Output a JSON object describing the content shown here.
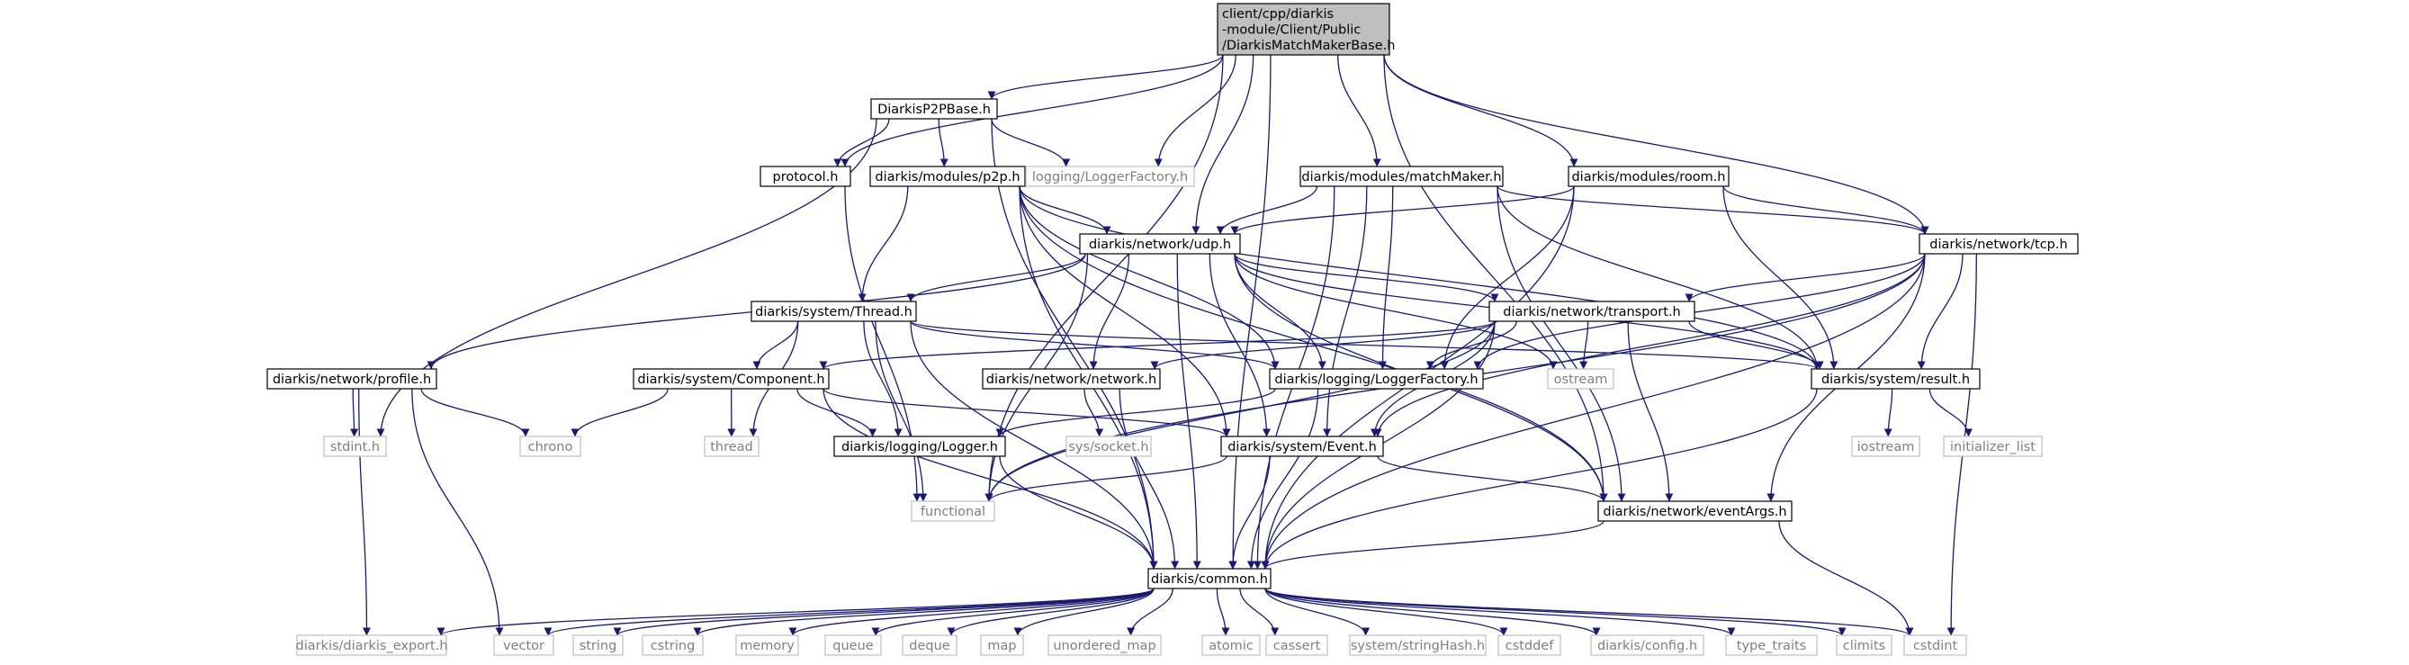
{
  "graph": {
    "edge_color": "#191970",
    "root_fill": "#bfbfbf",
    "external_text_color": "#7f7f7f",
    "nodes": [
      {
        "id": "root",
        "lines": [
          "client/cpp/diarkis",
          "-module/Client/Public",
          "/DiarkisMatchMakerBase.h"
        ],
        "kind": "root"
      },
      {
        "id": "p2pbase",
        "lines": [
          "DiarkisP2PBase.h"
        ],
        "kind": "doc"
      },
      {
        "id": "protocol",
        "lines": [
          "protocol.h"
        ],
        "kind": "doc"
      },
      {
        "id": "p2p",
        "lines": [
          "diarkis/modules/p2p.h"
        ],
        "kind": "doc"
      },
      {
        "id": "loggerfactory_ext",
        "lines": [
          "logging/LoggerFactory.h"
        ],
        "kind": "ext"
      },
      {
        "id": "matchmaker",
        "lines": [
          "diarkis/modules/matchMaker.h"
        ],
        "kind": "doc"
      },
      {
        "id": "room",
        "lines": [
          "diarkis/modules/room.h"
        ],
        "kind": "doc"
      },
      {
        "id": "udp",
        "lines": [
          "diarkis/network/udp.h"
        ],
        "kind": "doc"
      },
      {
        "id": "tcp",
        "lines": [
          "diarkis/network/tcp.h"
        ],
        "kind": "doc"
      },
      {
        "id": "thread",
        "lines": [
          "diarkis/system/Thread.h"
        ],
        "kind": "doc"
      },
      {
        "id": "transport",
        "lines": [
          "diarkis/network/transport.h"
        ],
        "kind": "doc"
      },
      {
        "id": "profile",
        "lines": [
          "diarkis/network/profile.h"
        ],
        "kind": "doc"
      },
      {
        "id": "component",
        "lines": [
          "diarkis/system/Component.h"
        ],
        "kind": "doc"
      },
      {
        "id": "network",
        "lines": [
          "diarkis/network/network.h"
        ],
        "kind": "doc"
      },
      {
        "id": "loggerfactory",
        "lines": [
          "diarkis/logging/LoggerFactory.h"
        ],
        "kind": "doc"
      },
      {
        "id": "ostream",
        "lines": [
          "ostream"
        ],
        "kind": "ext"
      },
      {
        "id": "result",
        "lines": [
          "diarkis/system/result.h"
        ],
        "kind": "doc"
      },
      {
        "id": "stdint",
        "lines": [
          "stdint.h"
        ],
        "kind": "ext"
      },
      {
        "id": "chrono",
        "lines": [
          "chrono"
        ],
        "kind": "ext"
      },
      {
        "id": "thread_std",
        "lines": [
          "thread"
        ],
        "kind": "ext"
      },
      {
        "id": "logger",
        "lines": [
          "diarkis/logging/Logger.h"
        ],
        "kind": "doc"
      },
      {
        "id": "socket",
        "lines": [
          "sys/socket.h"
        ],
        "kind": "ext"
      },
      {
        "id": "event",
        "lines": [
          "diarkis/system/Event.h"
        ],
        "kind": "doc"
      },
      {
        "id": "iostream",
        "lines": [
          "iostream"
        ],
        "kind": "ext"
      },
      {
        "id": "initlist",
        "lines": [
          "initializer_list"
        ],
        "kind": "ext"
      },
      {
        "id": "functional",
        "lines": [
          "functional"
        ],
        "kind": "ext"
      },
      {
        "id": "eventargs",
        "lines": [
          "diarkis/network/eventArgs.h"
        ],
        "kind": "doc"
      },
      {
        "id": "common",
        "lines": [
          "diarkis/common.h"
        ],
        "kind": "doc"
      },
      {
        "id": "export",
        "lines": [
          "diarkis/diarkis_export.h"
        ],
        "kind": "ext"
      },
      {
        "id": "vector",
        "lines": [
          "vector"
        ],
        "kind": "ext"
      },
      {
        "id": "string",
        "lines": [
          "string"
        ],
        "kind": "ext"
      },
      {
        "id": "cstring",
        "lines": [
          "cstring"
        ],
        "kind": "ext"
      },
      {
        "id": "memory",
        "lines": [
          "memory"
        ],
        "kind": "ext"
      },
      {
        "id": "queue",
        "lines": [
          "queue"
        ],
        "kind": "ext"
      },
      {
        "id": "deque",
        "lines": [
          "deque"
        ],
        "kind": "ext"
      },
      {
        "id": "map",
        "lines": [
          "map"
        ],
        "kind": "ext"
      },
      {
        "id": "unordered_map",
        "lines": [
          "unordered_map"
        ],
        "kind": "ext"
      },
      {
        "id": "atomic",
        "lines": [
          "atomic"
        ],
        "kind": "ext"
      },
      {
        "id": "cassert",
        "lines": [
          "cassert"
        ],
        "kind": "ext"
      },
      {
        "id": "stringhash",
        "lines": [
          "system/stringHash.h"
        ],
        "kind": "ext"
      },
      {
        "id": "cstddef",
        "lines": [
          "cstddef"
        ],
        "kind": "ext"
      },
      {
        "id": "config",
        "lines": [
          "diarkis/config.h"
        ],
        "kind": "ext"
      },
      {
        "id": "type_traits",
        "lines": [
          "type_traits"
        ],
        "kind": "ext"
      },
      {
        "id": "climits",
        "lines": [
          "climits"
        ],
        "kind": "ext"
      },
      {
        "id": "cstdint",
        "lines": [
          "cstdint"
        ],
        "kind": "ext"
      }
    ],
    "edges": [
      [
        "root",
        "p2pbase"
      ],
      [
        "root",
        "protocol"
      ],
      [
        "root",
        "loggerfactory_ext"
      ],
      [
        "root",
        "udp"
      ],
      [
        "root",
        "matchmaker"
      ],
      [
        "root",
        "room"
      ],
      [
        "root",
        "tcp"
      ],
      [
        "root",
        "functional"
      ],
      [
        "root",
        "eventargs"
      ],
      [
        "root",
        "common"
      ],
      [
        "p2pbase",
        "protocol"
      ],
      [
        "p2pbase",
        "p2p"
      ],
      [
        "p2pbase",
        "loggerfactory_ext"
      ],
      [
        "p2pbase",
        "stdint"
      ],
      [
        "p2pbase",
        "common"
      ],
      [
        "protocol",
        "functional"
      ],
      [
        "p2p",
        "udp"
      ],
      [
        "p2p",
        "thread"
      ],
      [
        "p2p",
        "loggerfactory"
      ],
      [
        "p2p",
        "result"
      ],
      [
        "p2p",
        "event"
      ],
      [
        "p2p",
        "common"
      ],
      [
        "p2p",
        "eventargs"
      ],
      [
        "matchmaker",
        "udp"
      ],
      [
        "matchmaker",
        "tcp"
      ],
      [
        "matchmaker",
        "loggerfactory"
      ],
      [
        "matchmaker",
        "result"
      ],
      [
        "matchmaker",
        "event"
      ],
      [
        "matchmaker",
        "eventargs"
      ],
      [
        "matchmaker",
        "common"
      ],
      [
        "room",
        "udp"
      ],
      [
        "room",
        "tcp"
      ],
      [
        "room",
        "loggerfactory"
      ],
      [
        "room",
        "result"
      ],
      [
        "room",
        "common"
      ],
      [
        "udp",
        "thread"
      ],
      [
        "udp",
        "transport"
      ],
      [
        "udp",
        "profile"
      ],
      [
        "udp",
        "network"
      ],
      [
        "udp",
        "loggerfactory"
      ],
      [
        "udp",
        "ostream"
      ],
      [
        "udp",
        "result"
      ],
      [
        "udp",
        "event"
      ],
      [
        "udp",
        "functional"
      ],
      [
        "udp",
        "eventargs"
      ],
      [
        "udp",
        "common"
      ],
      [
        "tcp",
        "transport"
      ],
      [
        "tcp",
        "loggerfactory"
      ],
      [
        "tcp",
        "result"
      ],
      [
        "tcp",
        "event"
      ],
      [
        "tcp",
        "functional"
      ],
      [
        "tcp",
        "eventargs"
      ],
      [
        "tcp",
        "common"
      ],
      [
        "tcp",
        "cstdint"
      ],
      [
        "thread",
        "component"
      ],
      [
        "thread",
        "loggerfactory"
      ],
      [
        "thread",
        "logger"
      ],
      [
        "thread",
        "result"
      ],
      [
        "thread",
        "thread_std"
      ],
      [
        "thread",
        "functional"
      ],
      [
        "thread",
        "common"
      ],
      [
        "transport",
        "component"
      ],
      [
        "transport",
        "network"
      ],
      [
        "transport",
        "loggerfactory"
      ],
      [
        "transport",
        "ostream"
      ],
      [
        "transport",
        "result"
      ],
      [
        "transport",
        "event"
      ],
      [
        "transport",
        "functional"
      ],
      [
        "transport",
        "eventargs"
      ],
      [
        "transport",
        "common"
      ],
      [
        "profile",
        "stdint"
      ],
      [
        "profile",
        "chrono"
      ],
      [
        "profile",
        "export"
      ],
      [
        "profile",
        "vector"
      ],
      [
        "component",
        "chrono"
      ],
      [
        "component",
        "thread_std"
      ],
      [
        "component",
        "logger"
      ],
      [
        "component",
        "event"
      ],
      [
        "component",
        "common"
      ],
      [
        "network",
        "socket"
      ],
      [
        "network",
        "common"
      ],
      [
        "loggerfactory",
        "logger"
      ],
      [
        "loggerfactory",
        "common"
      ],
      [
        "result",
        "iostream"
      ],
      [
        "result",
        "initlist"
      ],
      [
        "result",
        "common"
      ],
      [
        "logger",
        "common"
      ],
      [
        "event",
        "functional"
      ],
      [
        "event",
        "eventargs"
      ],
      [
        "event",
        "common"
      ],
      [
        "eventargs",
        "common"
      ],
      [
        "eventargs",
        "cstdint"
      ],
      [
        "common",
        "export"
      ],
      [
        "common",
        "vector"
      ],
      [
        "common",
        "string"
      ],
      [
        "common",
        "cstring"
      ],
      [
        "common",
        "memory"
      ],
      [
        "common",
        "queue"
      ],
      [
        "common",
        "deque"
      ],
      [
        "common",
        "map"
      ],
      [
        "common",
        "unordered_map"
      ],
      [
        "common",
        "atomic"
      ],
      [
        "common",
        "cassert"
      ],
      [
        "common",
        "stringhash"
      ],
      [
        "common",
        "cstddef"
      ],
      [
        "common",
        "config"
      ],
      [
        "common",
        "type_traits"
      ],
      [
        "common",
        "climits"
      ],
      [
        "common",
        "cstdint"
      ]
    ]
  }
}
